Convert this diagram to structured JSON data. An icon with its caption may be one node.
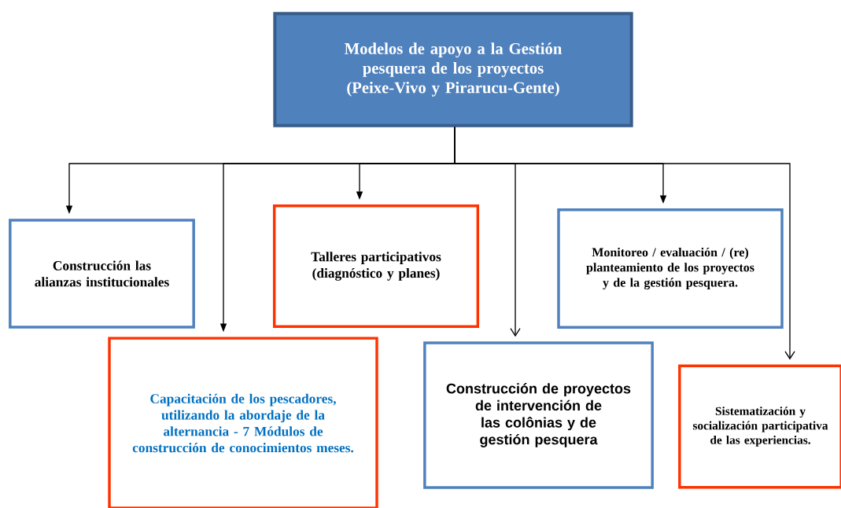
{
  "diagram": {
    "nodes": [
      {
        "text": [
          "Modelos de apoyo a la Gestión pesquera de los proyectos (Peixe-Vivo y Pirarucu-Gente)"
        ]
      },
      {
        "text": [
          "Construcción las alianzas institucionales"
        ]
      },
      {
        "text": [
          "Talleres participativos (diagnóstico y planes)"
        ]
      },
      {
        "text": [
          "Monitoreo / evaluación / (re) planteamiento de los proyectos y de la gestión pesquera."
        ]
      },
      {
        "text": [
          "Capacitación de los pescadores, utilizando la abordaje de la alternancia - 7 Módulos de construcción de conocimientos meses."
        ]
      },
      {
        "text": [
          "Construcción de proyectos de intervención de las colônias y de gestión pesquera"
        ]
      },
      {
        "text": [
          "Sistematización y socialización participativa de las experiencias."
        ]
      }
    ],
    "edges": [
      {
        "from": 0,
        "to": 1,
        "arrow": "to"
      },
      {
        "from": 0,
        "to": 4,
        "arrow": "to"
      },
      {
        "from": 0,
        "to": 2,
        "arrow": "to"
      },
      {
        "from": 0,
        "to": 5,
        "arrow": "to"
      },
      {
        "from": 0,
        "to": 3,
        "arrow": "to"
      },
      {
        "from": 0,
        "to": 6,
        "arrow": "to"
      }
    ]
  }
}
